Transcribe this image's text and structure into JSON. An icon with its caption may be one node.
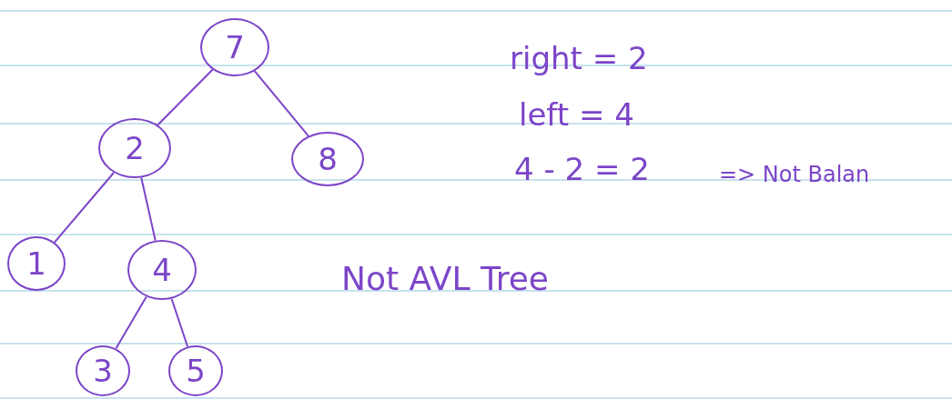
{
  "diagram": {
    "nodes": [
      {
        "text": [
          "7"
        ]
      },
      {
        "text": [
          "2"
        ]
      },
      {
        "text": [
          "8"
        ]
      },
      {
        "text": [
          "1"
        ]
      },
      {
        "text": [
          "4"
        ]
      },
      {
        "text": [
          "3"
        ]
      },
      {
        "text": [
          "5"
        ]
      }
    ],
    "edges": [
      {
        "from": 0,
        "to": 1,
        "arrow": "none"
      },
      {
        "from": 0,
        "to": 2,
        "arrow": "none"
      },
      {
        "from": 1,
        "to": 3,
        "arrow": "none"
      },
      {
        "from": 1,
        "to": 4,
        "arrow": "none"
      },
      {
        "from": 4,
        "to": 5,
        "arrow": "none"
      },
      {
        "from": 4,
        "to": 6,
        "arrow": "none"
      }
    ],
    "labels": [
      "right = 2",
      "left = 4",
      "4 - 2 = 2",
      "=> Not Balan",
      "Not AVL Tree"
    ]
  }
}
